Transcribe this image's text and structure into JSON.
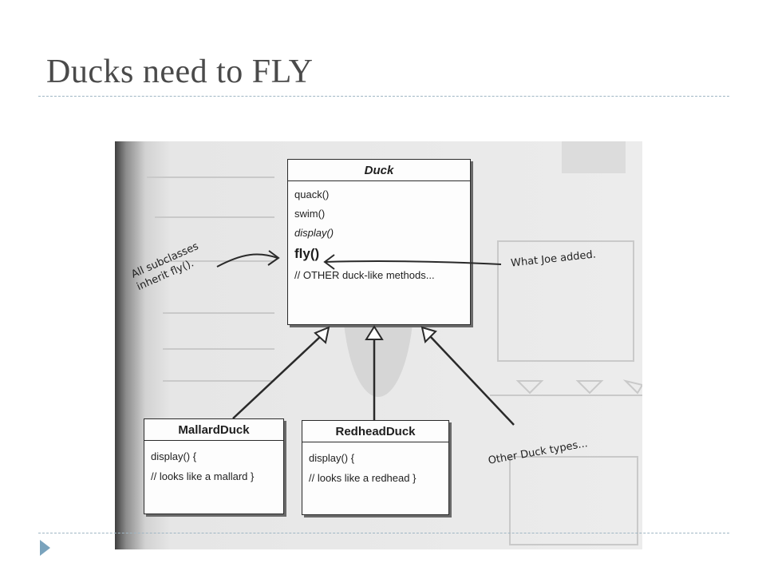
{
  "slide": {
    "title": "Ducks need to FLY"
  },
  "diagram": {
    "duck": {
      "name": "Duck",
      "methods": [
        "quack()",
        "swim()",
        "display()",
        "fly()",
        "// OTHER duck-like methods..."
      ]
    },
    "mallard": {
      "name": "MallardDuck",
      "body": [
        "display() {",
        "// looks like a mallard }"
      ]
    },
    "redhead": {
      "name": "RedheadDuck",
      "body": [
        "display() {",
        "// looks like a redhead }"
      ]
    },
    "annotations": {
      "subclasses_line1": "All subclasses",
      "subclasses_line2": "inherit fly().",
      "joe_added": "What Joe added.",
      "other_types": "Other Duck types..."
    }
  },
  "colors": {
    "title": "#4a4a4a",
    "rule": "#9fb6c4",
    "bullet": "#7aa3bd"
  }
}
